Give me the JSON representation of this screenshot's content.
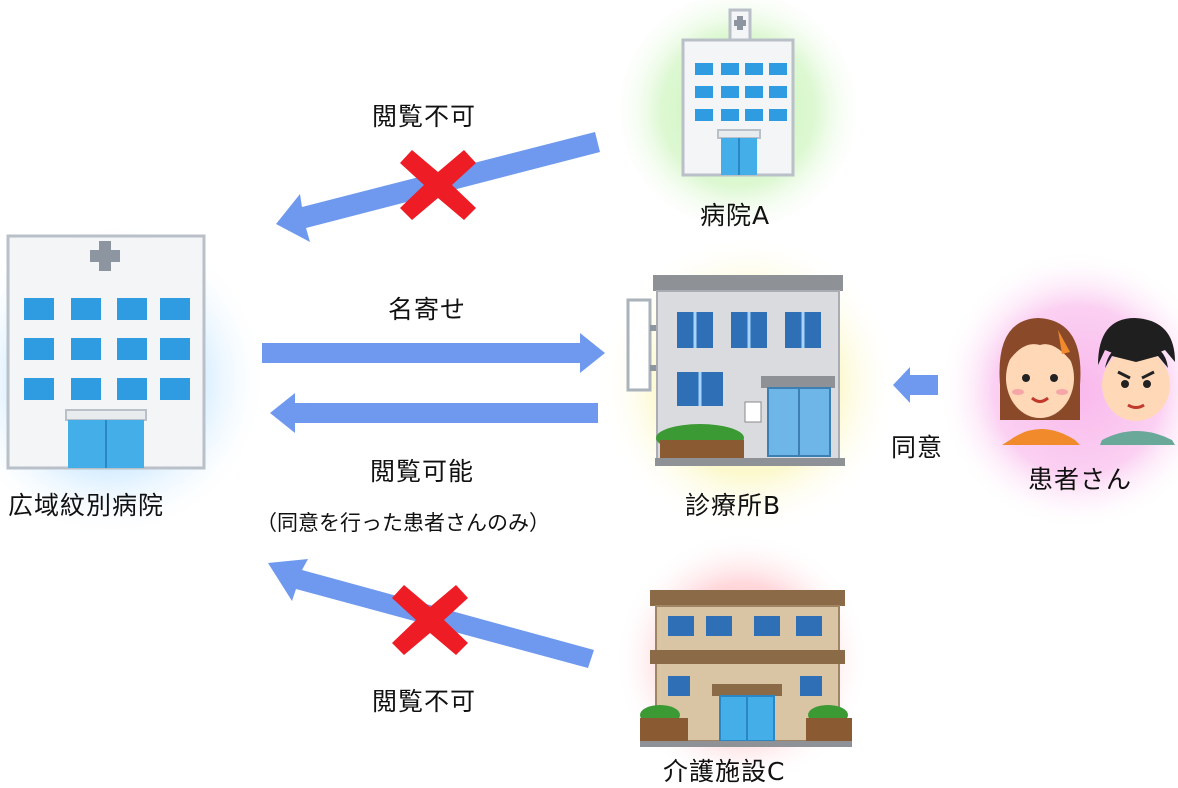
{
  "nodes": {
    "central_hospital": {
      "label": "広域紋別病院"
    },
    "hospital_a": {
      "label": "病院A"
    },
    "clinic_b": {
      "label": "診療所B"
    },
    "care_facility_c": {
      "label": "介護施設C"
    },
    "patients": {
      "label": "患者さん"
    }
  },
  "edges": {
    "a_to_central": {
      "label": "閲覧不可",
      "blocked": true
    },
    "central_to_b": {
      "label": "名寄せ"
    },
    "b_to_central": {
      "label": "閲覧可能",
      "note": "（同意を行った患者さんのみ）"
    },
    "c_to_central": {
      "label": "閲覧不可",
      "blocked": true
    },
    "patients_to_b": {
      "label": "同意"
    }
  },
  "colors": {
    "arrow": "#6f99ee",
    "blocked_x": "#ee1c25",
    "glow_blue": "#bfe3ff",
    "glow_green": "#d3f5c7",
    "glow_yellow": "#fbf7c0",
    "glow_pink": "#fbc6f0",
    "glow_red": "#ffcfd3",
    "window_blue": "#2f9be0"
  },
  "icons": [
    "hospital-building-icon",
    "clinic-building-icon",
    "care-facility-building-icon",
    "patients-illustration-icon",
    "blocked-x-icon"
  ]
}
